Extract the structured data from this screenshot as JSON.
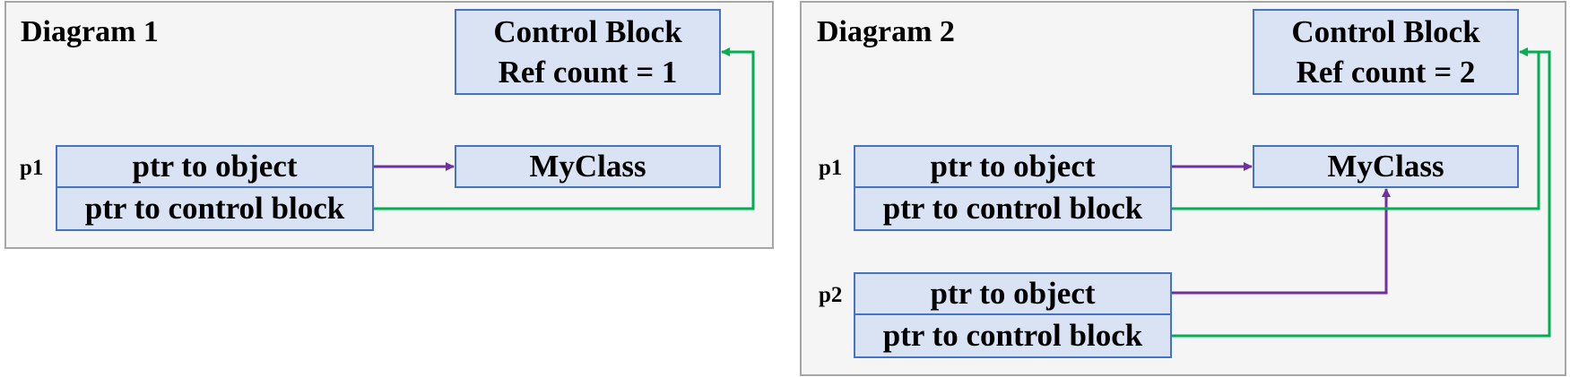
{
  "colors": {
    "panel_bg": "#f5f5f5",
    "panel_border": "#a6a6a6",
    "box_fill": "#dae3f3",
    "box_border": "#4472c4",
    "object_arrow": "#7030a0",
    "control_arrow": "#00b050"
  },
  "diagram1": {
    "title": "Diagram 1",
    "control_block": {
      "line1": "Control Block",
      "line2": "Ref count = 1"
    },
    "object": "MyClass",
    "pointers": [
      {
        "label": "p1",
        "object_field": "ptr to object",
        "control_field": "ptr to control block"
      }
    ]
  },
  "diagram2": {
    "title": "Diagram 2",
    "control_block": {
      "line1": "Control Block",
      "line2": "Ref count = 2"
    },
    "object": "MyClass",
    "pointers": [
      {
        "label": "p1",
        "object_field": "ptr to object",
        "control_field": "ptr to control block"
      },
      {
        "label": "p2",
        "object_field": "ptr to object",
        "control_field": "ptr to control block"
      }
    ]
  }
}
